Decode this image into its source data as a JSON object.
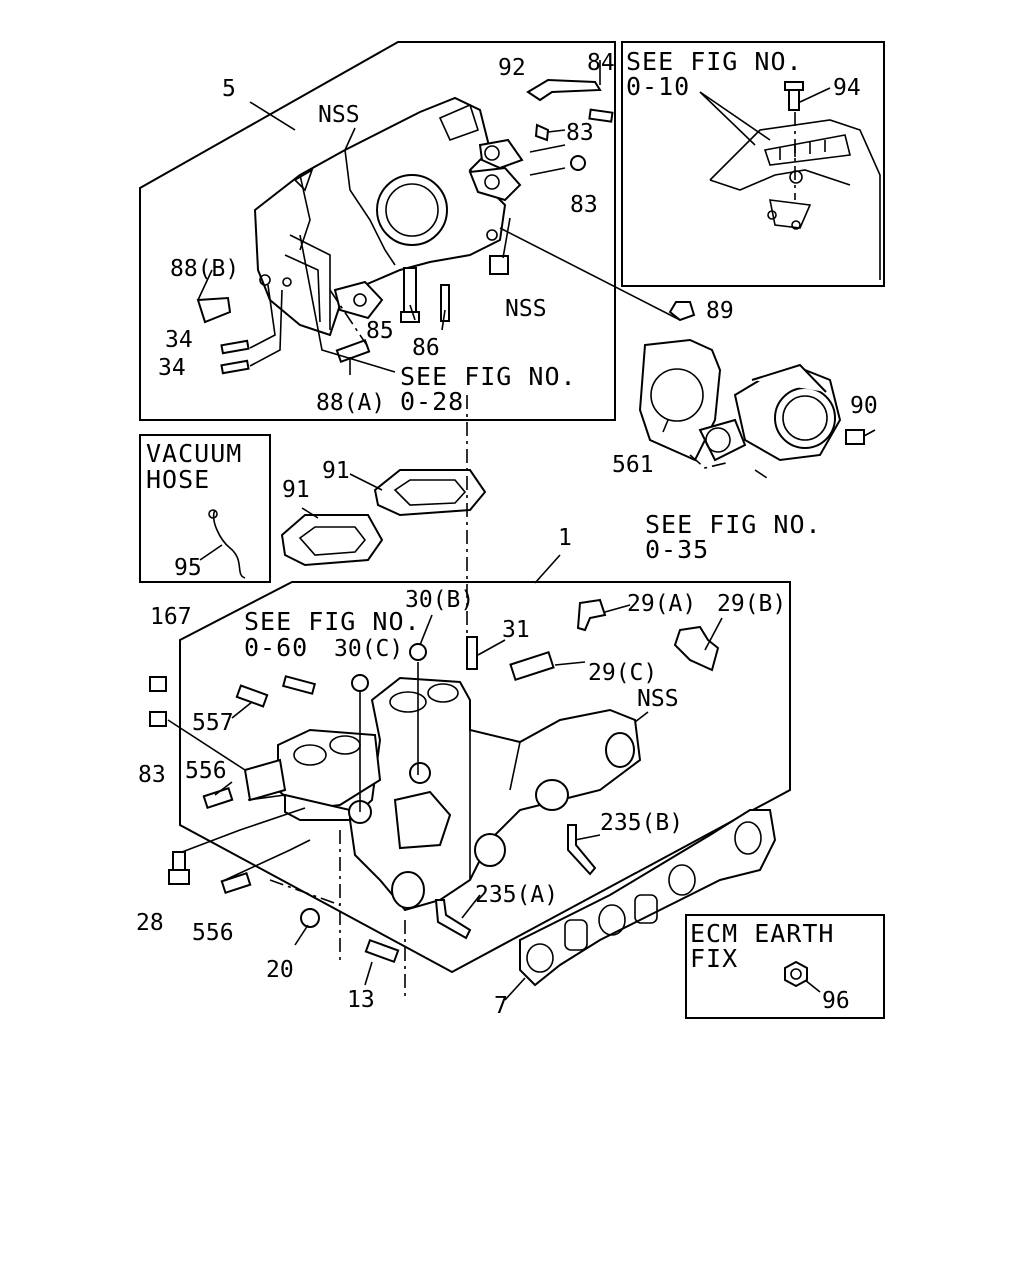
{
  "boxes": {
    "fig_0_10": [
      "SEE FIG NO.",
      "0-10"
    ],
    "vacuum_hose": [
      "VACUUM",
      "HOSE"
    ],
    "ecm_earth": [
      "ECM EARTH",
      "FIX"
    ]
  },
  "references": {
    "fig_0_28": [
      "SEE FIG NO.",
      "0-28"
    ],
    "fig_0_35": [
      "SEE FIG NO.",
      "0-35"
    ],
    "fig_0_60": [
      "SEE FIG NO.",
      "0-60"
    ]
  },
  "labels": {
    "p5": "5",
    "nss_top": "NSS",
    "p92": "92",
    "p84": "84",
    "p83_a": "83",
    "p83_b": "83",
    "p88b": "88(B)",
    "p34_a": "34",
    "p34_b": "34",
    "p85": "85",
    "p86": "86",
    "nss_mid": "NSS",
    "p88a": "88(A)",
    "p94": "94",
    "p89": "89",
    "p90": "90",
    "p561": "561",
    "p95": "95",
    "p91_a": "91",
    "p91_b": "91",
    "p1": "1",
    "p167": "167",
    "p30b": "30(B)",
    "p31": "31",
    "p29a": "29(A)",
    "p29b": "29(B)",
    "p30c": "30(C)",
    "p29c": "29(C)",
    "nss_low": "NSS",
    "p557": "557",
    "p83_c": "83",
    "p556_a": "556",
    "p235b": "235(B)",
    "p235a": "235(A)",
    "p28": "28",
    "p556_b": "556",
    "p20": "20",
    "p13": "13",
    "p7": "7",
    "p96": "96"
  }
}
